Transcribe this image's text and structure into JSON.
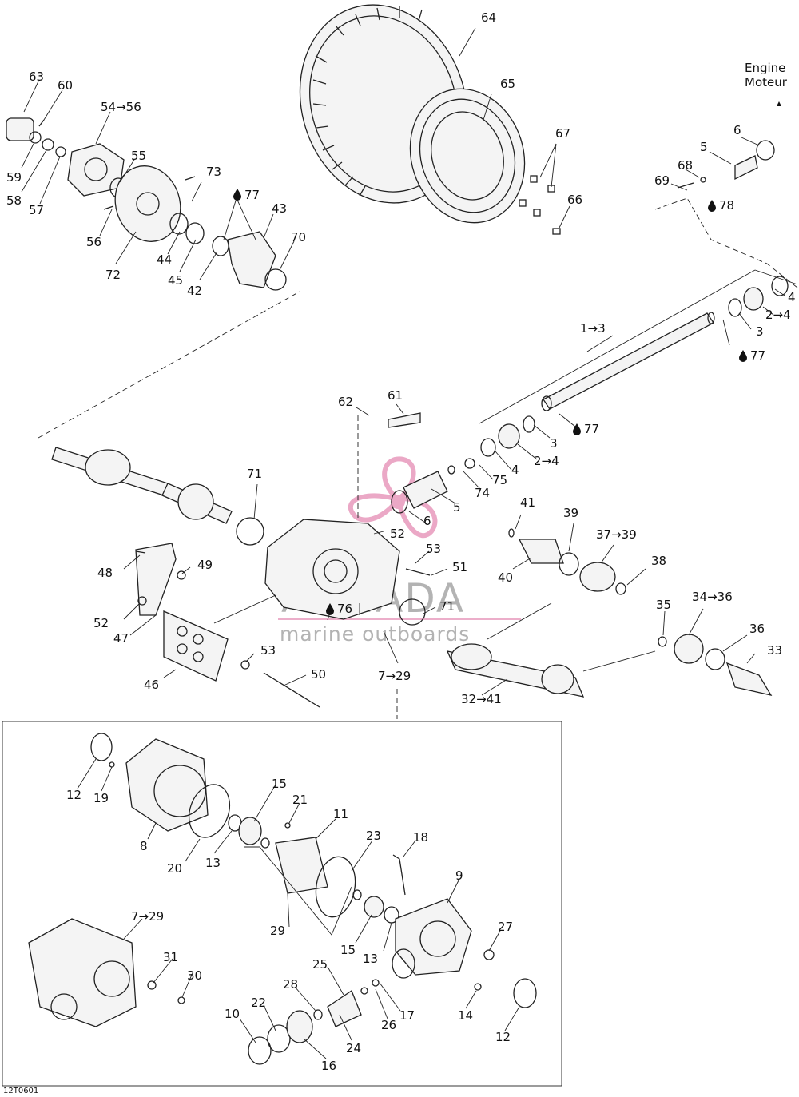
{
  "drawing_code": "12T0601",
  "engine_label": {
    "en": "Engine",
    "fr": "Moteur"
  },
  "watermark": {
    "brand": "ARMADA",
    "tagline": "marine outboards"
  },
  "part_labels": {
    "p63": "63",
    "p60": "60",
    "p5456": "54→56",
    "p55": "55",
    "p59": "59",
    "p58": "58",
    "p57": "57",
    "p56": "56",
    "p72": "72",
    "p44": "44",
    "p73": "73",
    "p45": "45",
    "p42": "42",
    "p77a": "77",
    "p43": "43",
    "p70": "70",
    "p64": "64",
    "p65": "65",
    "p67": "67",
    "p66": "66",
    "p6a": "6",
    "p5a": "5",
    "p68": "68",
    "p69": "69",
    "p78": "78",
    "p4a": "4",
    "p24a": "2→4",
    "p3a": "3",
    "p77b": "77",
    "p13": "1→3",
    "p62": "62",
    "p61": "61",
    "p3b": "3",
    "p77c": "77",
    "p24b": "2→4",
    "p4b": "4",
    "p75": "75",
    "p74": "74",
    "p5b": "5",
    "p71a": "71",
    "p6b": "6",
    "p52a": "52",
    "p53a": "53",
    "p51": "51",
    "p41": "41",
    "p39": "39",
    "p3739": "37→39",
    "p40": "40",
    "p38": "38",
    "p48": "48",
    "p49": "49",
    "p52b": "52",
    "p47": "47",
    "p76": "76",
    "p71b": "71",
    "p35": "35",
    "p3436": "34→36",
    "p36": "36",
    "p33": "33",
    "p53b": "53",
    "p50": "50",
    "p46": "46",
    "p729a": "7→29",
    "p3241": "32→41",
    "p12a": "12",
    "p19": "19",
    "p8": "8",
    "p15a": "15",
    "p21": "21",
    "p11": "11",
    "p20": "20",
    "p13i": "13",
    "p23": "23",
    "p18": "18",
    "p9": "9",
    "p29": "29",
    "p729b": "7→29",
    "p15b": "15",
    "p13b": "13",
    "p27": "27",
    "p31": "31",
    "p30": "30",
    "p25": "25",
    "p28": "28",
    "p22": "22",
    "p10": "10",
    "p26": "26",
    "p17": "17",
    "p14": "14",
    "p24": "24",
    "p16": "16",
    "p12b": "12"
  },
  "colors": {
    "line": "#222222",
    "watermark_grey": "#9a9a9a",
    "watermark_pink": "#e89abd"
  }
}
